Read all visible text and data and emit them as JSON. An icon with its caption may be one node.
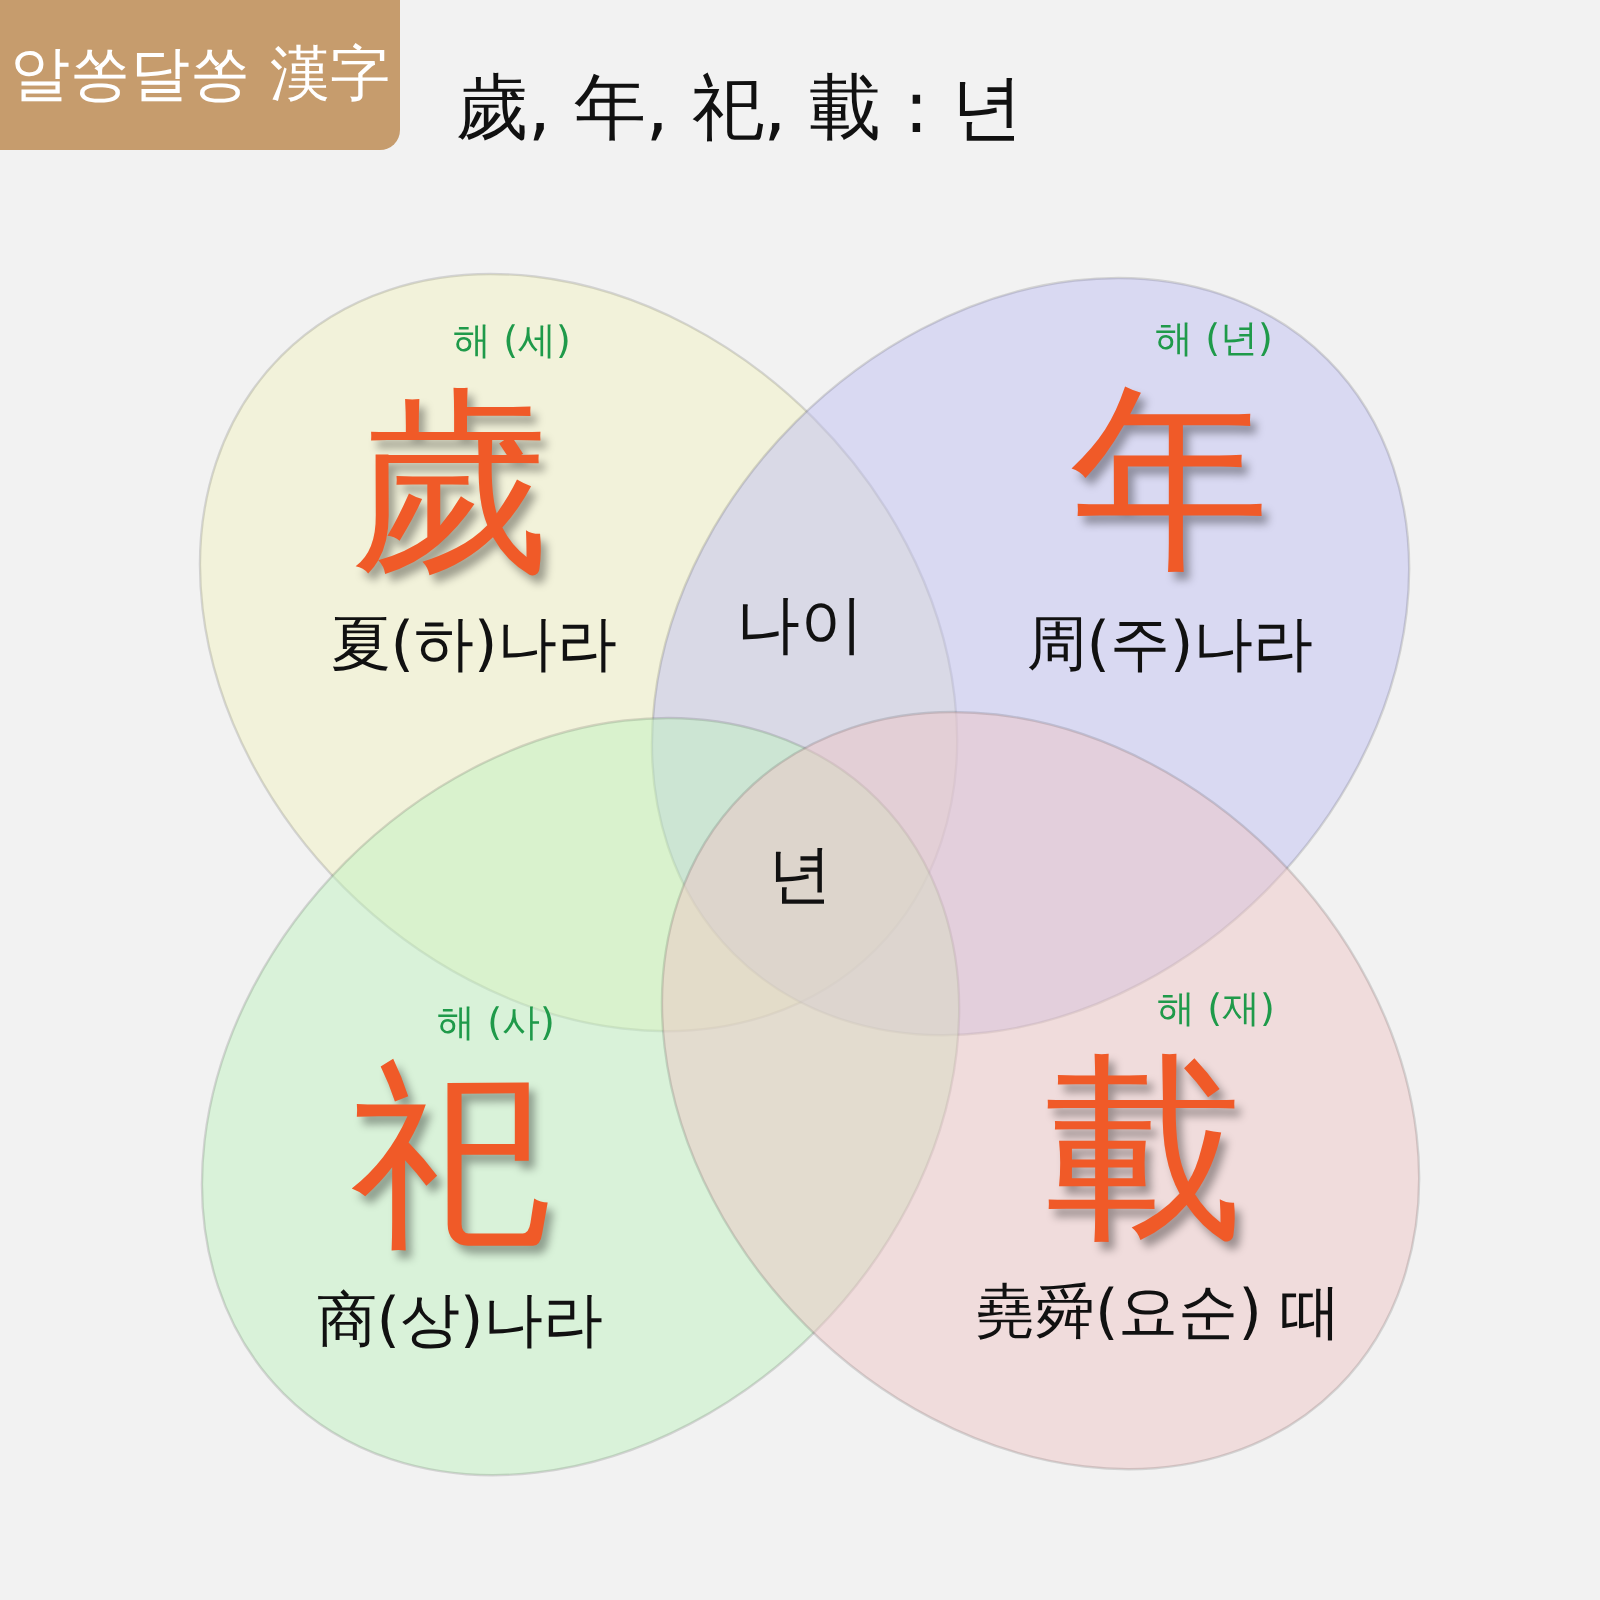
{
  "diagram": {
    "title": "歲, 年, 祀, 載 : 년",
    "nodes": [
      {
        "text": [
          "해 (세)",
          "歲",
          "夏(하)나라"
        ]
      },
      {
        "text": [
          "해 (년)",
          "年",
          "周(주)나라"
        ]
      },
      {
        "text": [
          "해 (사)",
          "祀",
          "商(상)나라"
        ]
      },
      {
        "text": [
          "해 (재)",
          "載",
          "堯舜(요순) 때"
        ]
      }
    ],
    "labels": [
      "알쏭달쏭 漢字",
      "나이",
      "년"
    ]
  }
}
